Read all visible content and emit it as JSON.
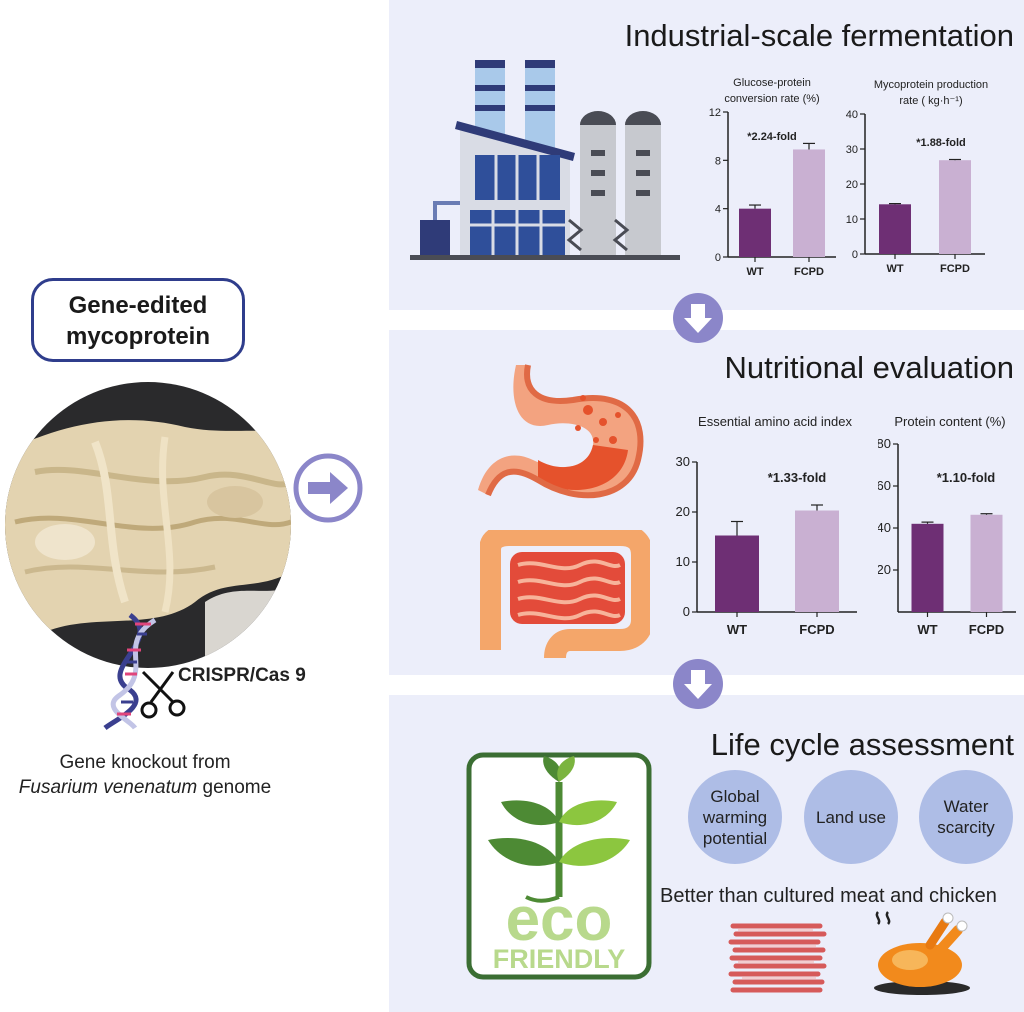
{
  "left": {
    "badge_line1": "Gene-edited",
    "badge_line2": "mycoprotein",
    "crispr": "CRISPR/Cas 9",
    "knockout_line1": "Gene knockout from",
    "knockout_species": "Fusarium venenatum",
    "knockout_tail": " genome"
  },
  "sections": {
    "fermentation": "Industrial-scale fermentation",
    "nutrition": "Nutritional evaluation",
    "lca": "Life cycle assessment"
  },
  "lca": {
    "circles": [
      "Global warming potential",
      "Land use",
      "Water scarcity"
    ],
    "better": "Better than cultured meat and chicken",
    "eco_word": "eco",
    "friendly_word": "FRIENDLY"
  },
  "colors": {
    "panel": "#eceefa",
    "wt": "#6e2f74",
    "fcpd": "#c9b0d2",
    "arrow": "#8b86c9",
    "eco_green": "#8cc63f",
    "frame_green": "#3b6e33"
  },
  "chart_data": [
    {
      "type": "bar",
      "title": "Glucose-protein conversion rate (%)",
      "categories": [
        "WT",
        "FCPD"
      ],
      "values": [
        4.0,
        8.9
      ],
      "errors": [
        0.3,
        0.5
      ],
      "ylim": [
        0,
        12
      ],
      "yticks": [
        0,
        4,
        8,
        12
      ],
      "annotation": "*2.24-fold"
    },
    {
      "type": "bar",
      "title": "Mycoprotein production rate ( kg·h⁻¹)",
      "categories": [
        "WT",
        "FCPD"
      ],
      "values": [
        14.2,
        26.8
      ],
      "errors": [
        0.2,
        0.2
      ],
      "ylim": [
        0,
        40
      ],
      "yticks": [
        0,
        10,
        20,
        30,
        40
      ],
      "annotation": "*1.88-fold"
    },
    {
      "type": "bar",
      "title": "Essential amino acid index",
      "categories": [
        "WT",
        "FCPD"
      ],
      "values": [
        15.3,
        20.3
      ],
      "errors": [
        2.8,
        1.1
      ],
      "ylim": [
        0,
        30
      ],
      "yticks": [
        0,
        10,
        20,
        30
      ],
      "annotation": "*1.33-fold"
    },
    {
      "type": "bar",
      "title": "Protein content (%)",
      "categories": [
        "WT",
        "FCPD"
      ],
      "values": [
        42.0,
        46.3
      ],
      "errors": [
        0.8,
        0.5
      ],
      "ylim": [
        0,
        80
      ],
      "yticks": [
        20,
        40,
        60,
        80
      ],
      "annotation": "*1.10-fold"
    }
  ]
}
